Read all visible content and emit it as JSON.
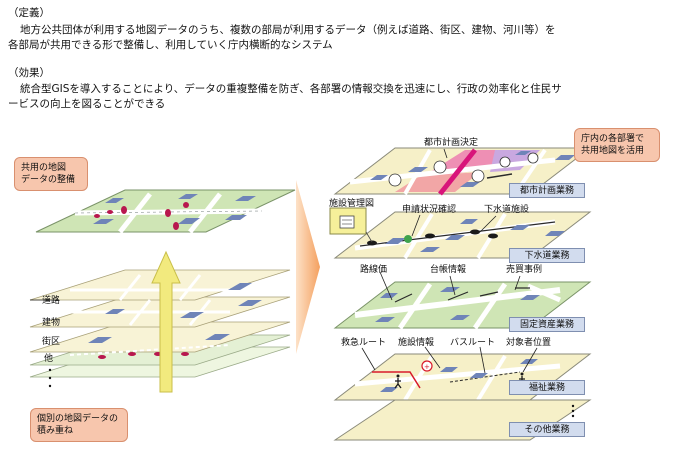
{
  "definition": {
    "heading": "（定義）",
    "line1": "地方公共団体が利用する地図データのうち、複数の部局が利用するデータ（例えば道路、街区、建物、河川等）を",
    "line2": "各部局が共用できる形で整備し、利用していく庁内横断的なシステム"
  },
  "effect": {
    "heading": "（効果）",
    "line1": "統合型GISを導入することにより、データの重複整備を防ぎ、各部署の情報交換を迅速にし、行政の効率化と住民サ",
    "line2": "ービスの向上を図ることができる"
  },
  "left": {
    "callout_top": [
      "共用の地図",
      "データの整備"
    ],
    "callout_bottom": [
      "個別の地図データの",
      "積み重ね"
    ],
    "layer_labels": [
      "道路",
      "建物",
      "街区",
      "他"
    ]
  },
  "right": {
    "callout": [
      "庁内の各部署で",
      "共用地図を活用"
    ],
    "layers": [
      {
        "box": "都市計画業務",
        "labels": [
          "都市計画決定"
        ]
      },
      {
        "box": "下水道業務",
        "labels": [
          "施設管理図",
          "申請状況確認",
          "下水道施設"
        ]
      },
      {
        "box": "固定資産業務",
        "labels": [
          "路線価",
          "台帳情報",
          "売買事例"
        ]
      },
      {
        "box": "福祉業務",
        "labels": [
          "救急ルート",
          "施設情報",
          "バスルート",
          "対象者位置"
        ]
      },
      {
        "box": "その他業務",
        "labels": []
      }
    ]
  },
  "colors": {
    "map_green": "#cfe5b5",
    "map_beige": "#f6f0c8",
    "building_blue": "#6f84b8",
    "road_white": "#ffffff",
    "marker_red": "#b8174e",
    "arrow_yellow": "#f2ea7e",
    "big_arrow_orange": "#f4a05f",
    "callout_pink": "#f7c6ad",
    "box_blue": "#d2dcee"
  }
}
